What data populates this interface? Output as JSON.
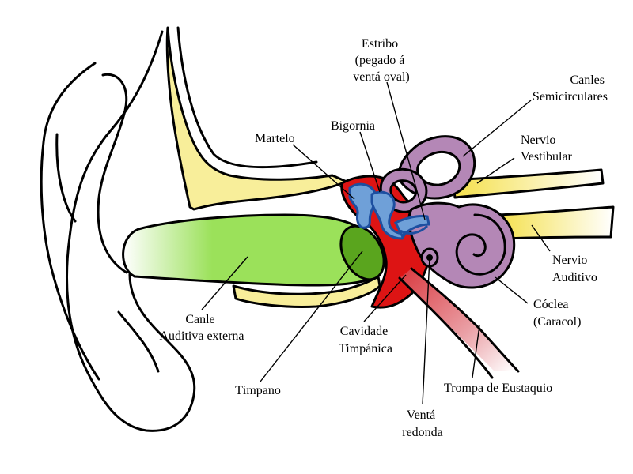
{
  "labels": {
    "estribo": [
      "Estribo",
      "(pegado á",
      "ventá oval)"
    ],
    "canles": [
      "Canles",
      "Semicirculares"
    ],
    "martelo": [
      "Martelo"
    ],
    "bigornia": [
      "Bigornia"
    ],
    "nervio_vestibular": [
      "Nervio",
      "Vestibular"
    ],
    "nervio_auditivo": [
      "Nervio",
      "Auditivo"
    ],
    "canle_auditiva": [
      "Canle",
      "Auditiva externa"
    ],
    "coclea": [
      "Cóclea",
      "(Caracol)"
    ],
    "cavidade": [
      "Cavidade",
      "Timpánica"
    ],
    "timpano": [
      "Tímpano"
    ],
    "trompa": [
      "Trompa de Eustaquio"
    ],
    "venta_redonda": [
      "Ventá",
      "redonda"
    ]
  },
  "colors": {
    "canal_green": "#9be15a",
    "eardrum_green": "#5aa51e",
    "bone_yellow": "#f8ee9a",
    "nerve_yellow": "#f4e04a",
    "cavity_red": "#dd1414",
    "ossicle_blue": "#6fa0d8",
    "ossicle_dark": "#1d4fa0",
    "inner_ear_purple": "#b487b6",
    "tube_pink": "#eaa0a6",
    "outline": "#000000"
  }
}
